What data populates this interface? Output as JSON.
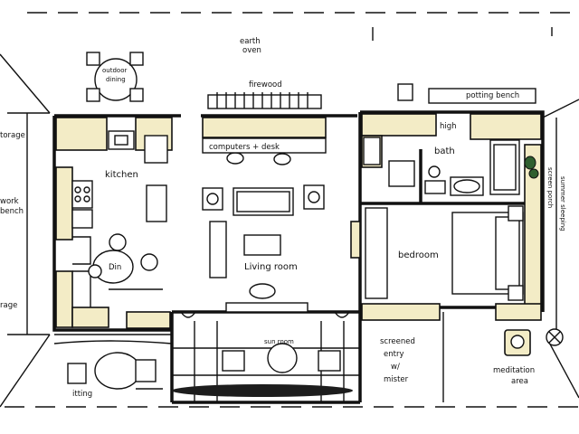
{
  "rooms": {
    "earth_oven_1": "earth",
    "earth_oven_2": "oven",
    "outdoor_dining_1": "outdoor",
    "outdoor_dining_2": "dining",
    "firewood": "firewood",
    "potting_bench": "potting bench",
    "storage_left": "torage",
    "work_bench_1": "work",
    "work_bench_2": "bench",
    "storage_lower": "rage",
    "kitchen": "kitchen",
    "computers_desk": "computers + desk",
    "bath": "bath",
    "high": "high",
    "din": "Din",
    "living_room": "Living room",
    "bedroom": "bedroom",
    "screen_porch": "screen porch",
    "summer_sleeping": "summer sleeping",
    "sun_room": "sun room",
    "screened_entry_1": "screened",
    "screened_entry_2": "entry",
    "screened_entry_3": "w/",
    "screened_entry_4": "mister",
    "sitting": "itting",
    "meditation_1": "meditation",
    "meditation_2": "area"
  },
  "colors": {
    "ink": "#111111",
    "cabinet_fill": "#f3ecc6",
    "paper": "#ffffff"
  }
}
